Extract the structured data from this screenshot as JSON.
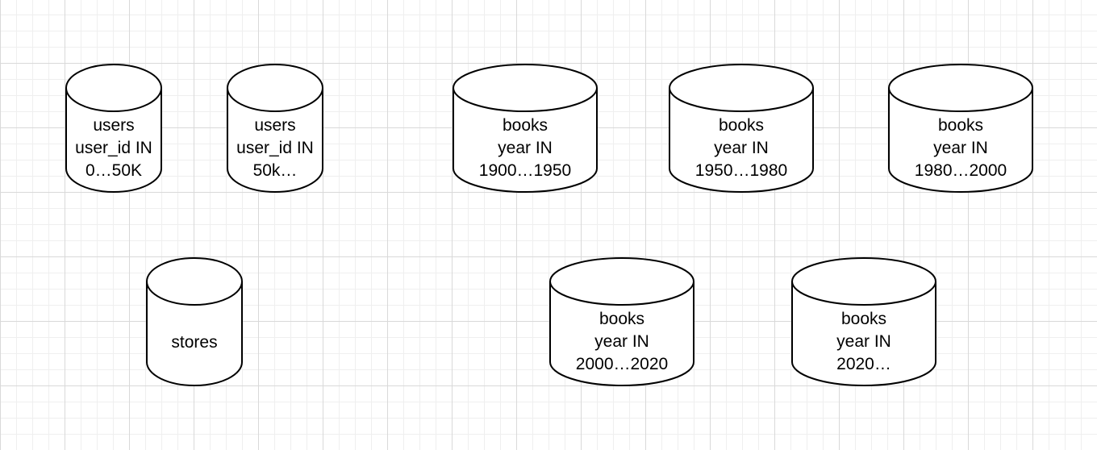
{
  "databases": {
    "users_1": {
      "lines": [
        "users",
        "user_id IN",
        "0…50K"
      ]
    },
    "users_2": {
      "lines": [
        "users",
        "user_id IN",
        "50k…"
      ]
    },
    "books_1": {
      "lines": [
        "books",
        "year IN",
        "1900…1950"
      ]
    },
    "books_2": {
      "lines": [
        "books",
        "year IN",
        "1950…1980"
      ]
    },
    "books_3": {
      "lines": [
        "books",
        "year IN",
        "1980…2000"
      ]
    },
    "stores": {
      "lines": [
        "stores"
      ]
    },
    "books_4": {
      "lines": [
        "books",
        "year IN",
        "2000…2020"
      ]
    },
    "books_5": {
      "lines": [
        "books",
        "year IN",
        "2020…"
      ]
    }
  },
  "colors": {
    "stroke": "#000000",
    "fill": "#ffffff",
    "grid_major": "#d9d9d9",
    "grid_minor": "#efefef"
  }
}
